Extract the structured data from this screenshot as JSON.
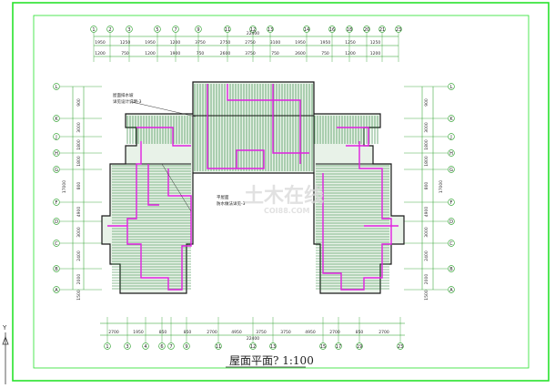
{
  "drawing": {
    "title": "屋面平面? 1:100",
    "ucs_label": "Y",
    "watermark": "土木在线",
    "watermark_sub": "COI88.COM",
    "colors": {
      "border": "#27e22b",
      "axis": "#1e9b1e",
      "roof": "#1a7a2a",
      "pipe": "#e020e0",
      "text": "#222222"
    }
  },
  "grid": {
    "top_axes": [
      "1",
      "2",
      "3",
      "5",
      "7",
      "9",
      "11",
      "12",
      "13",
      "14",
      "16",
      "18",
      "20",
      "21",
      "23"
    ],
    "bottom_axes": [
      "1",
      "3",
      "4",
      "6",
      "7",
      "9",
      "11",
      "12",
      "13",
      "15",
      "17",
      "19",
      "23"
    ],
    "left_axes": [
      "L",
      "K",
      "J",
      "H",
      "G",
      "F",
      "D",
      "C",
      "B",
      "A"
    ],
    "right_axes": [
      "L",
      "K",
      "J",
      "H",
      "G",
      "F",
      "D",
      "C",
      "B",
      "A"
    ]
  },
  "dimensions": {
    "top_row1": [
      "1950",
      "1250",
      "1950",
      "1200",
      "3750",
      "2750",
      "2750",
      "3100",
      "1950",
      "1950",
      "1250",
      "1250"
    ],
    "top_row2": [
      "1200",
      "750",
      "1200",
      "1900",
      "750",
      "2600",
      "3750",
      "750",
      "2600",
      "750",
      "1200",
      "1200"
    ],
    "top_total": "22400",
    "bottom_row1": [
      "2700",
      "1950",
      "850",
      "850",
      "2700",
      "4950",
      "3750",
      "3750",
      "4950",
      "2700",
      "850",
      "2700"
    ],
    "bottom_total": "22400",
    "left_col": [
      "900",
      "3000",
      "1800",
      "1800",
      "800",
      "4900",
      "3000",
      "2400",
      "2000",
      "1500"
    ],
    "left_total": "17000",
    "right_col": [
      "900",
      "3000",
      "1800",
      "1800",
      "800",
      "4900",
      "3000",
      "2400",
      "2000",
      "1500"
    ],
    "right_total": "17000"
  },
  "notes": {
    "note_upper_1": "屋面排水坡",
    "note_upper_2": "详见设计说明-3",
    "note_lower_1": "平屋面",
    "note_lower_2": "防水做法详见-3"
  }
}
